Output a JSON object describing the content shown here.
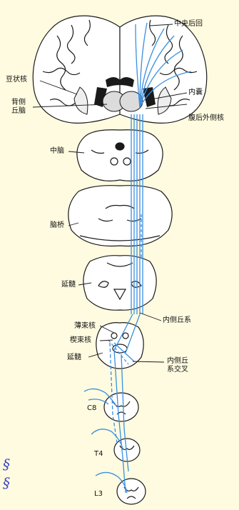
{
  "labels": {
    "central_posterior_gyrus": "中央后回",
    "lenticular_nucleus": "豆状核",
    "dorsal_thalamus": "背侧\n丘脑",
    "internal_capsule": "内囊",
    "vpl_nucleus": "腹后外侧核",
    "midbrain": "中脑",
    "pons": "脑桥",
    "medulla_upper": "延髓",
    "medial_lemniscus": "内侧丘系",
    "gracile_nucleus": "薄束核",
    "cuneate_nucleus": "楔束核",
    "medulla_lower": "延髓",
    "lemniscal_decussation": "内侧丘\n系交叉",
    "c8": "C8",
    "t4": "T4",
    "l3": "L3"
  },
  "colors": {
    "background": "#fffbe0",
    "pathway": "#3a8fe0",
    "outline": "#1a1a1a",
    "decoration": "#3b44c8"
  },
  "decorations": {
    "margin_mark_1": "§",
    "margin_mark_2": "§"
  }
}
